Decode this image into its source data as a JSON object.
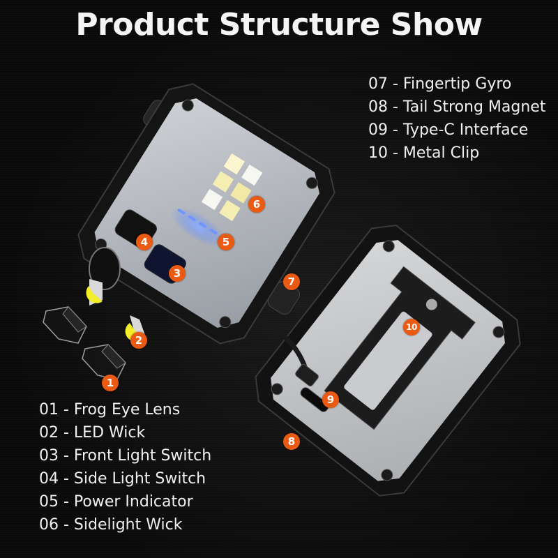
{
  "header": {
    "title": "Product Structure Show"
  },
  "legend_right": [
    {
      "number": "07",
      "label": "07 - Fingertip Gyro"
    },
    {
      "number": "08",
      "label": "08 - Tail Strong Magnet"
    },
    {
      "number": "09",
      "label": "09 - Type-C Interface"
    },
    {
      "number": "10",
      "label": "10 - Metal Clip"
    }
  ],
  "legend_left": [
    {
      "number": "01",
      "label": "01 - Frog Eye Lens"
    },
    {
      "number": "02",
      "label": "02 - LED Wick"
    },
    {
      "number": "03",
      "label": "03 - Front Light Switch"
    },
    {
      "number": "04",
      "label": "04 - Side Light Switch"
    },
    {
      "number": "05",
      "label": "05 - Power  Indicator"
    },
    {
      "number": "06",
      "label": "06 - Sidelight Wick"
    }
  ],
  "callouts": [
    "1",
    "2",
    "3",
    "4",
    "5",
    "6",
    "7",
    "8",
    "9",
    "10"
  ],
  "colors": {
    "background": "#0b0b0b",
    "callout_badge": "#ea5a12",
    "led_yellow": "#f2ee2a",
    "indicator_blue": "#4c7cff",
    "text": "#f0f0f0"
  }
}
